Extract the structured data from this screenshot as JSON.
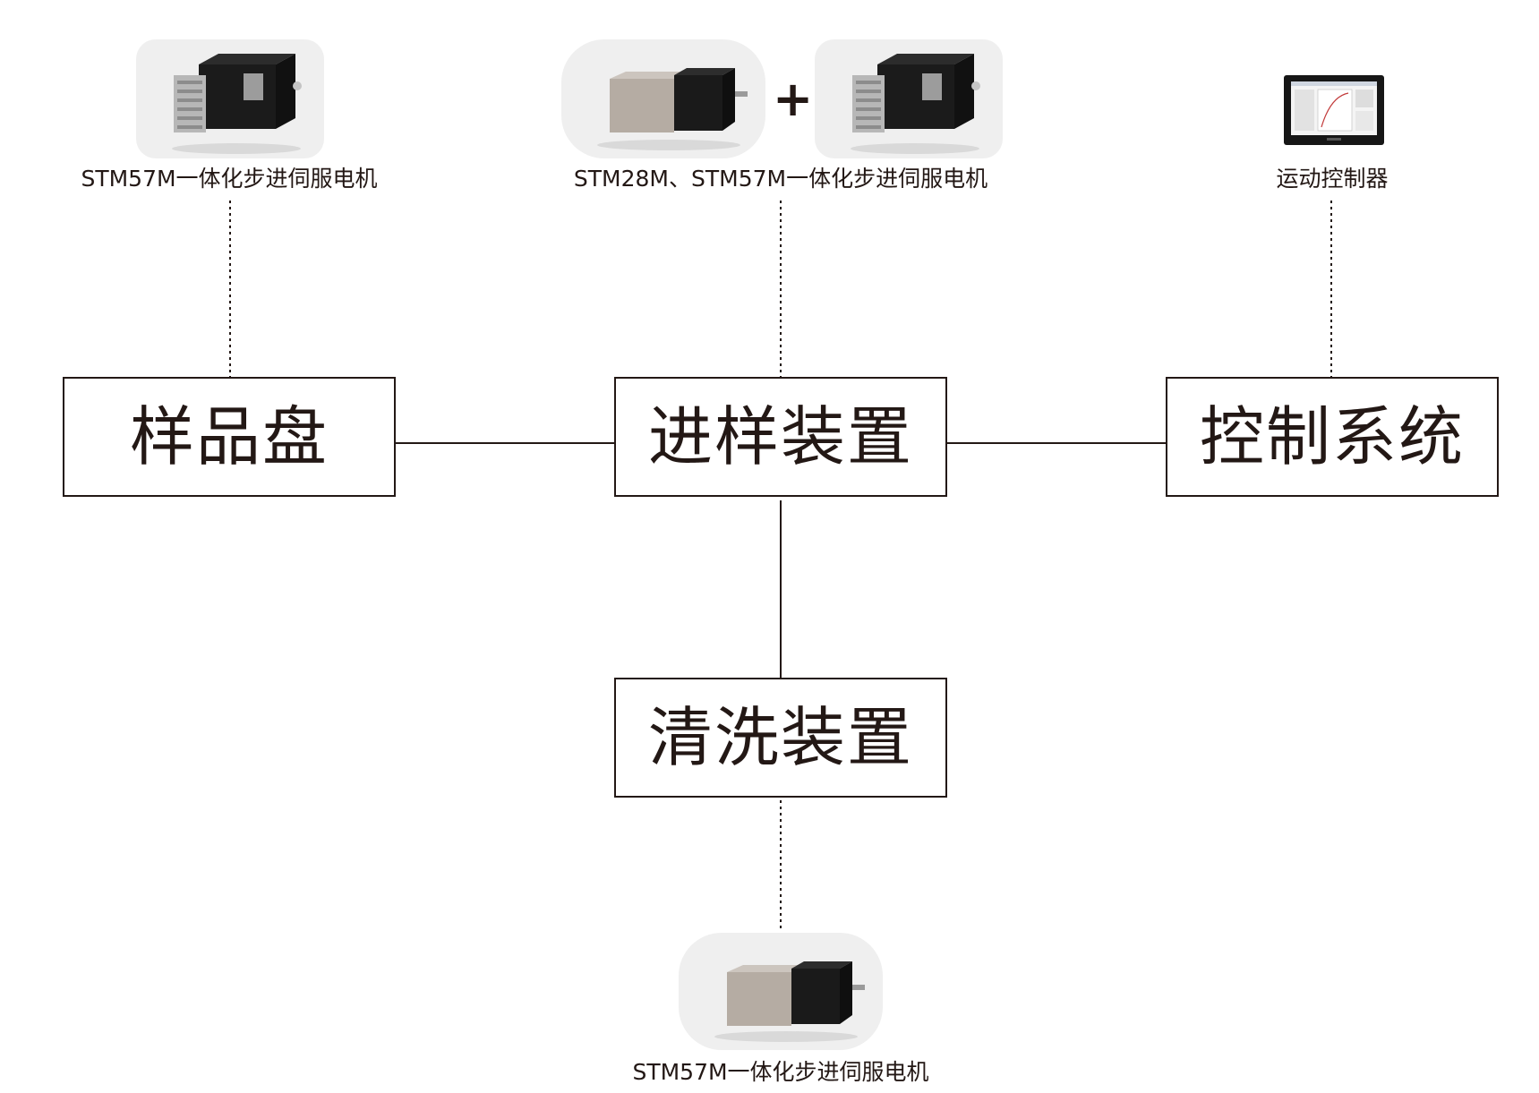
{
  "colors": {
    "line": "#231815",
    "box_border": "#231815",
    "photo_bg": "#efefef"
  },
  "nodes": {
    "sample_tray": "样品盘",
    "sampling_device": "进样装置",
    "control_system": "控制系统",
    "cleaning_device": "清洗装置"
  },
  "components": {
    "sample_tray_motor": {
      "label": "STM57M一体化步进伺服电机",
      "icon": "stepper-motor-57-icon"
    },
    "sampling_motors": {
      "label": "STM28M、STM57M一体化步进伺服电机",
      "plus": "+",
      "icons": [
        "stepper-motor-28-icon",
        "stepper-motor-57-icon"
      ]
    },
    "controller": {
      "label": "运动控制器",
      "icon": "hmi-controller-icon"
    },
    "cleaning_motor": {
      "label": "STM57M一体化步进伺服电机",
      "icon": "stepper-motor-28-icon"
    }
  }
}
